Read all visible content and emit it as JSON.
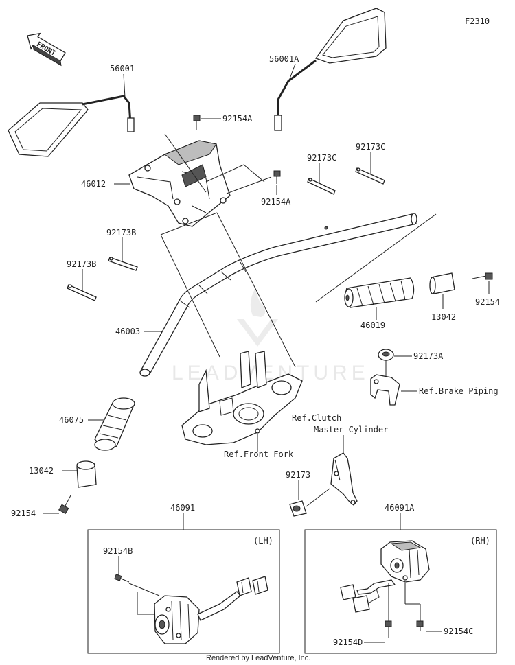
{
  "figure_code": "F2310",
  "front_badge": "FRONT",
  "watermark": "LEADVENTURE",
  "footer": "Rendered by LeadVenture, Inc.",
  "part_labels": {
    "p56001": "56001",
    "p56001A": "56001A",
    "p92154A_top": "92154A",
    "p46012": "46012",
    "p92154A_mid": "92154A",
    "p92173C_1": "92173C",
    "p92173C_2": "92173C",
    "p92173B_1": "92173B",
    "p92173B_2": "92173B",
    "p46003": "46003",
    "p46019": "46019",
    "p13042_r": "13042",
    "p92154_r": "92154",
    "p92173A": "92173A",
    "ref_brake": "Ref.Brake Piping",
    "p46075": "46075",
    "p13042_l": "13042",
    "p92154_l": "92154",
    "ref_clutch_1": "Ref.Clutch",
    "ref_clutch_2": "Master Cylinder",
    "ref_fork": "Ref.Front Fork",
    "p92173": "92173",
    "p46091": "46091",
    "p46091A": "46091A",
    "lh": "(LH)",
    "rh": "(RH)",
    "p92154B": "92154B",
    "p92154D": "92154D",
    "p92154C": "92154C"
  }
}
